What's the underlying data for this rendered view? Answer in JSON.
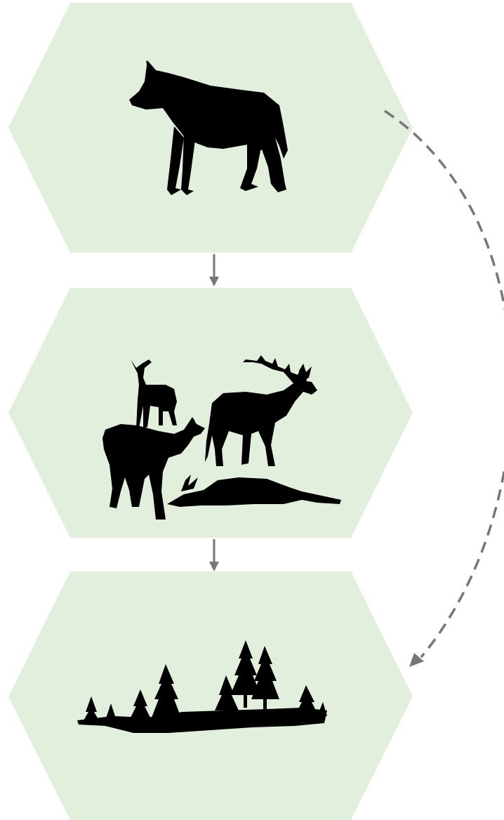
{
  "diagram": {
    "type": "trophic-cascade",
    "tiers": [
      {
        "icon": "wolf-icon"
      },
      {
        "icon": "herbivores-icon"
      },
      {
        "icon": "forest-icon"
      }
    ],
    "arrows": [
      {
        "from": "wolf-icon",
        "to": "herbivores-icon",
        "style": "solid"
      },
      {
        "from": "herbivores-icon",
        "to": "forest-icon",
        "style": "solid"
      },
      {
        "from": "wolf-icon",
        "to": "forest-icon",
        "style": "dashed"
      }
    ],
    "colors": {
      "tier_fill": "#e2efdc",
      "arrow": "#777777",
      "silhouette": "#000000"
    }
  }
}
